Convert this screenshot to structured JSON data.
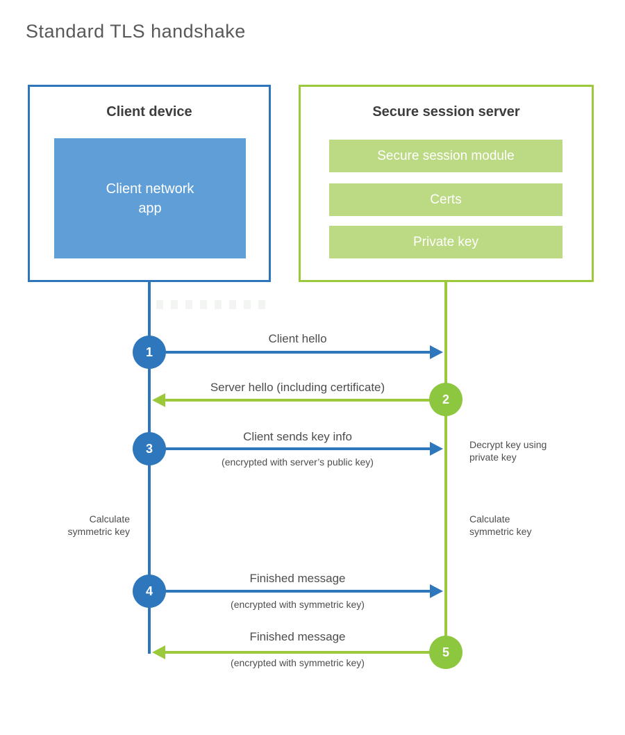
{
  "title": "Standard TLS handshake",
  "colors": {
    "blue_stroke": "#2e75bc",
    "blue_fill": "#5f9ed6",
    "blue_circle": "#2e77bd",
    "green_stroke": "#9cc83c",
    "green_fill": "#bcd983",
    "green_circle": "#8dc63f",
    "heading_text": "#3d3d3d",
    "label_text": "#4d4d4d",
    "title_text": "#595959",
    "white_text": "#ffffff"
  },
  "client": {
    "title": "Client device",
    "app_label": "Client network\napp"
  },
  "server": {
    "title": "Secure session server",
    "modules": [
      "Secure session module",
      "Certs",
      "Private key"
    ]
  },
  "messages": [
    {
      "step": "1",
      "from": "client",
      "direction": "right",
      "label": "Client hello",
      "sublabel": ""
    },
    {
      "step": "2",
      "from": "server",
      "direction": "left",
      "label": "Server hello (including certificate)",
      "sublabel": ""
    },
    {
      "step": "3",
      "from": "client",
      "direction": "right",
      "label": "Client sends key info",
      "sublabel": "(encrypted with server’s public key)"
    },
    {
      "step": "4",
      "from": "client",
      "direction": "right",
      "label": "Finished message",
      "sublabel": "(encrypted with symmetric key)"
    },
    {
      "step": "5",
      "from": "server",
      "direction": "left",
      "label": "Finished message",
      "sublabel": "(encrypted with symmetric key)"
    }
  ],
  "notes": {
    "decrypt": "Decrypt key using\nprivate key",
    "calc_left": "Calculate\nsymmetric key",
    "calc_right": "Calculate\nsymmetric key"
  }
}
